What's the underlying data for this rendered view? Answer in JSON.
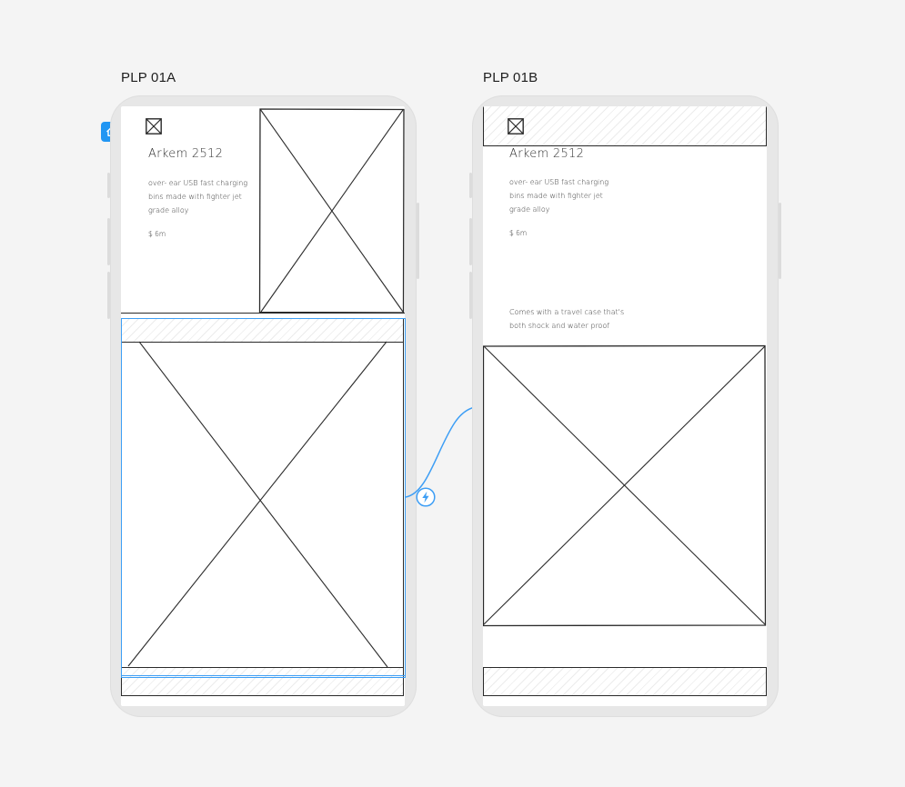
{
  "canvas": {
    "frames": [
      {
        "title": "PLP 01A",
        "product_title": "Arkem 2512",
        "description": "over- ear USB fast charging\nbins made with fighter jet\ngrade alloy",
        "price": "$ 6m"
      },
      {
        "title": "PLP 01B",
        "product_title": "Arkem 2512",
        "description": "over- ear USB fast charging\nbins made with fighter jet\ngrade alloy",
        "price": "$ 6m",
        "secondary_text": "Comes with a travel case that's\nboth shock and water proof"
      }
    ]
  },
  "colors": {
    "canvas_bg": "#f4f4f4",
    "selection": "#3d9ef5",
    "home_badge": "#2196f3",
    "sketch_stroke": "#2a2a2a"
  },
  "icons": {
    "start_frame": "home-icon",
    "interaction": "lightning-icon"
  }
}
